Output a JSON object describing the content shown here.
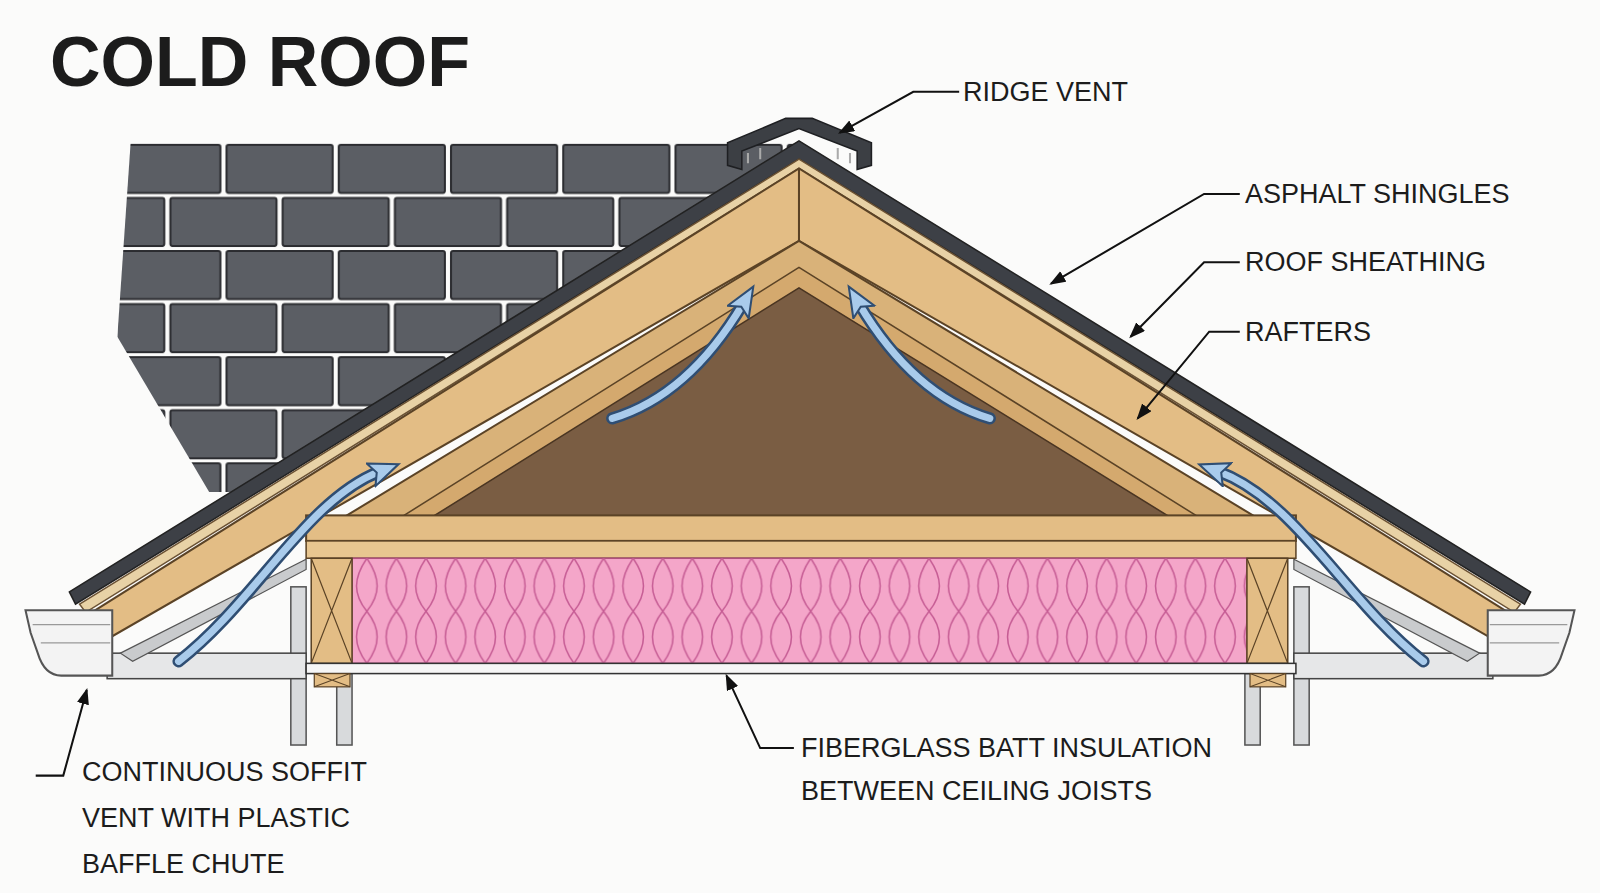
{
  "diagram": {
    "title": "COLD ROOF",
    "labels": [
      "RIDGE VENT",
      "ASPHALT SHINGLES",
      "ROOF SHEATHING",
      "RAFTERS",
      "CONTINUOUS SOFFIT VENT WITH PLASTIC BAFFLE CHUTE",
      "FIBERGLASS BATT INSULATION BETWEEN CEILING JOISTS"
    ]
  }
}
